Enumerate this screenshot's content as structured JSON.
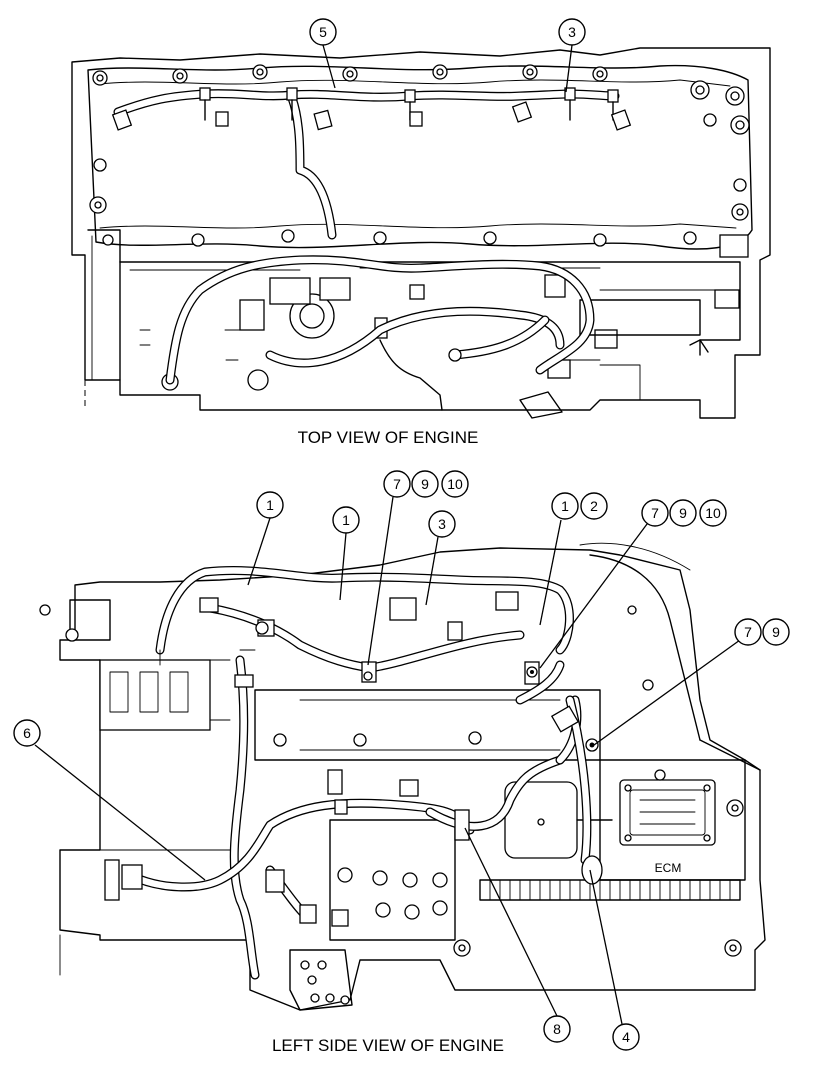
{
  "captions": {
    "top_view": "TOP VIEW OF ENGINE",
    "side_view": "LEFT SIDE VIEW OF ENGINE"
  },
  "component_labels": {
    "ecm": "ECM"
  },
  "callouts": {
    "top_5": "5",
    "top_3": "3",
    "side_1a": "1",
    "side_1b": "1",
    "side_3": "3",
    "side_7a": "7",
    "side_9a": "9",
    "side_10a": "10",
    "side_1c": "1",
    "side_2": "2",
    "side_7b": "7",
    "side_9b": "9",
    "side_10b": "10",
    "side_7c": "7",
    "side_9c": "9",
    "side_6": "6",
    "side_8": "8",
    "side_4": "4"
  }
}
